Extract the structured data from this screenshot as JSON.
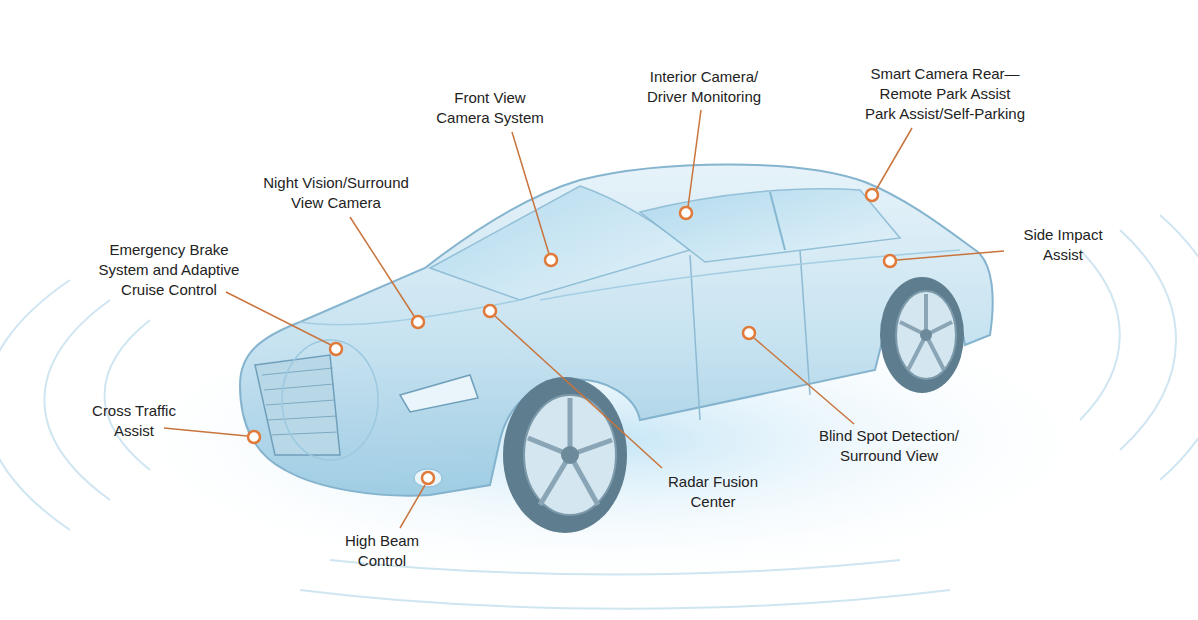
{
  "diagram": {
    "labels": [
      "Front View Camera System",
      "Interior Camera/ Driver Monitoring",
      "Smart Camera Rear— Remote Park Assist Park Assist/Self-Parking",
      "Night Vision/Surround View Camera",
      "Side Impact Assist",
      "Emergency Brake System and Adaptive Cruise Control",
      "Cross Traffic Assist",
      "Blind Spot Detection/ Surround View",
      "Radar Fusion Center",
      "High Beam Control"
    ]
  }
}
